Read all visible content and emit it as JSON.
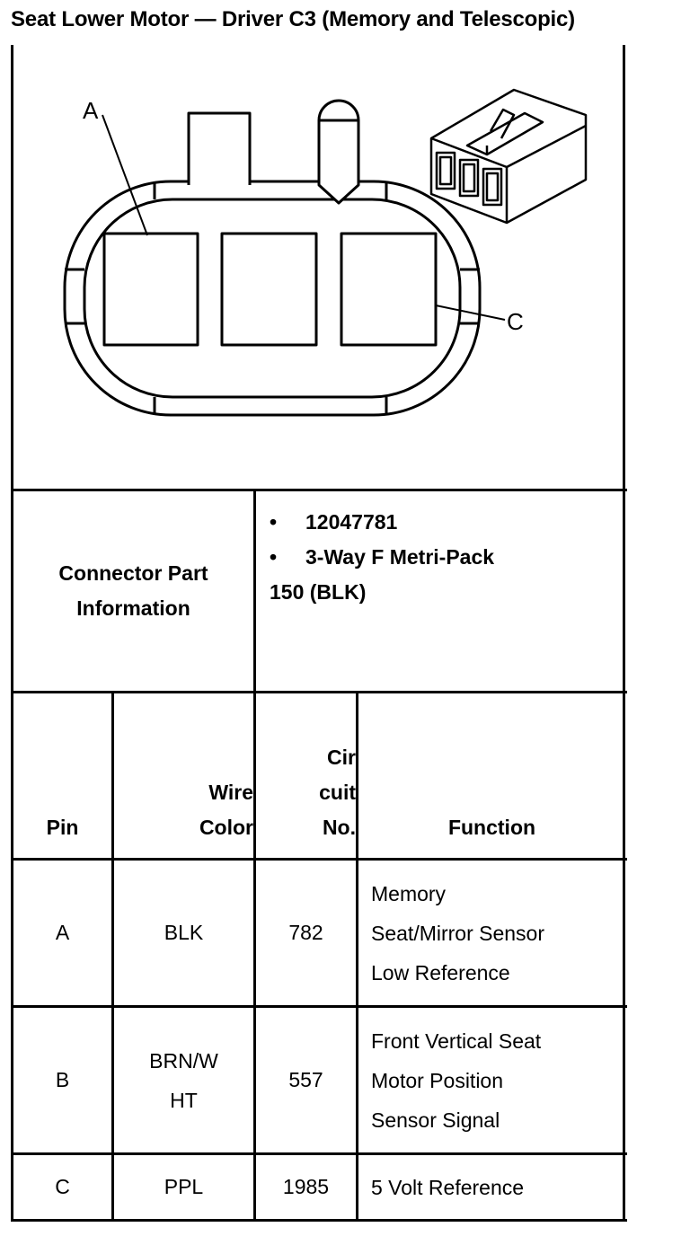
{
  "title": "Seat Lower Motor — Driver C3 (Memory and Telescopic)",
  "diagram": {
    "label_a": "A",
    "label_c": "C"
  },
  "connector_info": {
    "label_line1": "Connector Part",
    "label_line2": "Information",
    "bullets": [
      "12047781",
      "3-Way F Metri-Pack"
    ],
    "bullet_symbol": "•",
    "continuation": "150 (BLK)"
  },
  "table": {
    "headers": {
      "pin": "Pin",
      "wire_color_line1": "Wire",
      "wire_color_line2": "Color",
      "circuit_line1": "Cir",
      "circuit_line2": "cuit",
      "circuit_line3": "No.",
      "function": "Function"
    },
    "rows": [
      {
        "pin": "A",
        "wire": [
          "BLK"
        ],
        "circuit": "782",
        "function": [
          "Memory",
          "Seat/Mirror Sensor",
          "Low Reference"
        ]
      },
      {
        "pin": "B",
        "wire": [
          "BRN/W",
          "HT"
        ],
        "circuit": "557",
        "function": [
          "Front Vertical Seat",
          "Motor Position",
          "Sensor Signal"
        ]
      },
      {
        "pin": "C",
        "wire": [
          "PPL"
        ],
        "circuit": "1985",
        "function": [
          "5 Volt Reference"
        ]
      }
    ]
  }
}
